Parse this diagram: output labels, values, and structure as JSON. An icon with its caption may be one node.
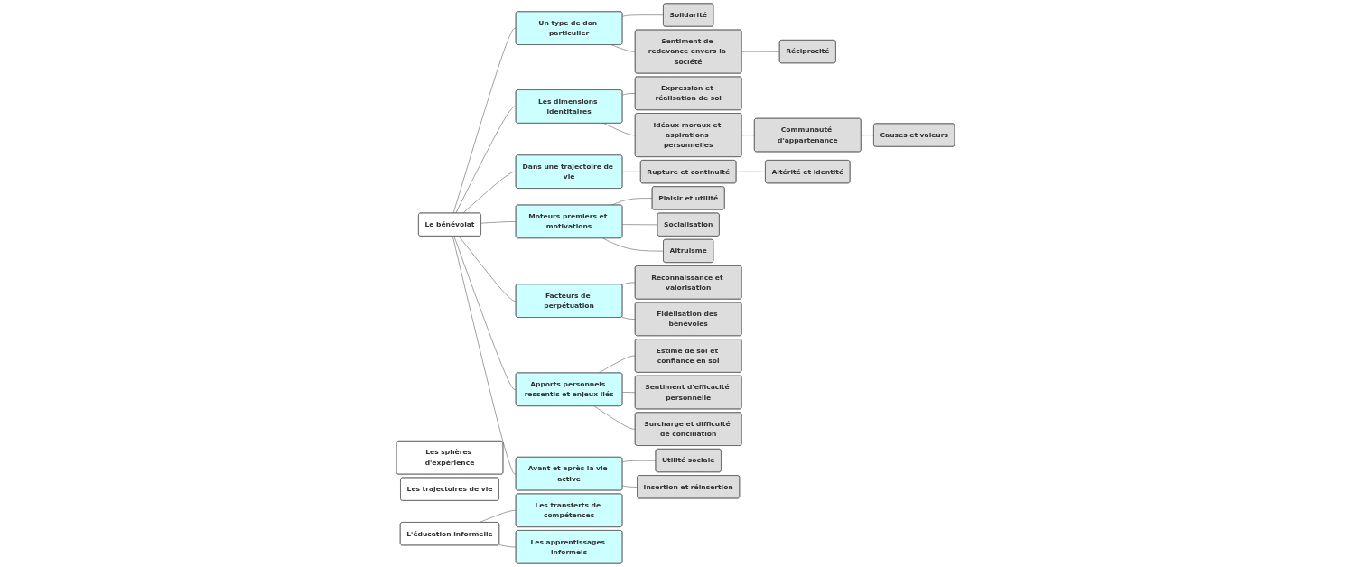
{
  "diagram": {
    "nodes": [
      {
        "text": [
          "Le bénévolat"
        ]
      },
      {
        "text": [
          "Un type de don particulier"
        ]
      },
      {
        "text": [
          "Solidarité"
        ]
      },
      {
        "text": [
          "Sentiment de redevance envers la société"
        ]
      },
      {
        "text": [
          "Réciprocité"
        ]
      },
      {
        "text": [
          "Les dimensions identitaires"
        ]
      },
      {
        "text": [
          "Expression et réalisation de soi"
        ]
      },
      {
        "text": [
          "Idéaux moraux et aspirations personnelles"
        ]
      },
      {
        "text": [
          "Communauté d'appartenance"
        ]
      },
      {
        "text": [
          "Causes et valeurs"
        ]
      },
      {
        "text": [
          "Dans une trajectoire de vie"
        ]
      },
      {
        "text": [
          "Rupture et continuité"
        ]
      },
      {
        "text": [
          "Altérité et identité"
        ]
      },
      {
        "text": [
          "Moteurs premiers et motivations"
        ]
      },
      {
        "text": [
          "Plaisir et utilité"
        ]
      },
      {
        "text": [
          "Socialisation"
        ]
      },
      {
        "text": [
          "Altruisme"
        ]
      },
      {
        "text": [
          "Facteurs de perpétuation"
        ]
      },
      {
        "text": [
          "Reconnaissance et valorisation"
        ]
      },
      {
        "text": [
          "Fidélisation des bénévoles"
        ]
      },
      {
        "text": [
          "Apports personnels ressentis et enjeux liés"
        ]
      },
      {
        "text": [
          "Estime de soi et confiance en soi"
        ]
      },
      {
        "text": [
          "Sentiment d'efficacité personnelle"
        ]
      },
      {
        "text": [
          "Surcharge et difficulté de conciliation"
        ]
      },
      {
        "text": [
          "Avant et après la vie active"
        ]
      },
      {
        "text": [
          "Utilité sociale"
        ]
      },
      {
        "text": [
          "Insertion et réinsertion"
        ]
      },
      {
        "text": [
          "Les sphères d'expérience"
        ]
      },
      {
        "text": [
          "Les trajectoires de vie"
        ]
      },
      {
        "text": [
          "L'éducation informelle"
        ]
      },
      {
        "text": [
          "Les transferts de compétences"
        ]
      },
      {
        "text": [
          "Les apprentissages informels"
        ]
      }
    ],
    "edges": [
      {
        "from": 0,
        "to": 1,
        "arrow": "none"
      },
      {
        "from": 1,
        "to": 2,
        "arrow": "none"
      },
      {
        "from": 1,
        "to": 3,
        "arrow": "none"
      },
      {
        "from": 3,
        "to": 4,
        "arrow": "none"
      },
      {
        "from": 0,
        "to": 5,
        "arrow": "none"
      },
      {
        "from": 5,
        "to": 6,
        "arrow": "none"
      },
      {
        "from": 5,
        "to": 7,
        "arrow": "none"
      },
      {
        "from": 7,
        "to": 8,
        "arrow": "none"
      },
      {
        "from": 8,
        "to": 9,
        "arrow": "none"
      },
      {
        "from": 0,
        "to": 10,
        "arrow": "none"
      },
      {
        "from": 10,
        "to": 11,
        "arrow": "none"
      },
      {
        "from": 11,
        "to": 12,
        "arrow": "none"
      },
      {
        "from": 0,
        "to": 13,
        "arrow": "none"
      },
      {
        "from": 13,
        "to": 14,
        "arrow": "none"
      },
      {
        "from": 13,
        "to": 15,
        "arrow": "none"
      },
      {
        "from": 13,
        "to": 16,
        "arrow": "none"
      },
      {
        "from": 0,
        "to": 17,
        "arrow": "none"
      },
      {
        "from": 17,
        "to": 18,
        "arrow": "none"
      },
      {
        "from": 17,
        "to": 19,
        "arrow": "none"
      },
      {
        "from": 0,
        "to": 20,
        "arrow": "none"
      },
      {
        "from": 20,
        "to": 21,
        "arrow": "none"
      },
      {
        "from": 20,
        "to": 22,
        "arrow": "none"
      },
      {
        "from": 20,
        "to": 23,
        "arrow": "none"
      },
      {
        "from": 0,
        "to": 24,
        "arrow": "none"
      },
      {
        "from": 24,
        "to": 25,
        "arrow": "none"
      },
      {
        "from": 24,
        "to": 26,
        "arrow": "none"
      },
      {
        "from": 29,
        "to": 30,
        "arrow": "none"
      },
      {
        "from": 29,
        "to": 31,
        "arrow": "none"
      }
    ]
  }
}
